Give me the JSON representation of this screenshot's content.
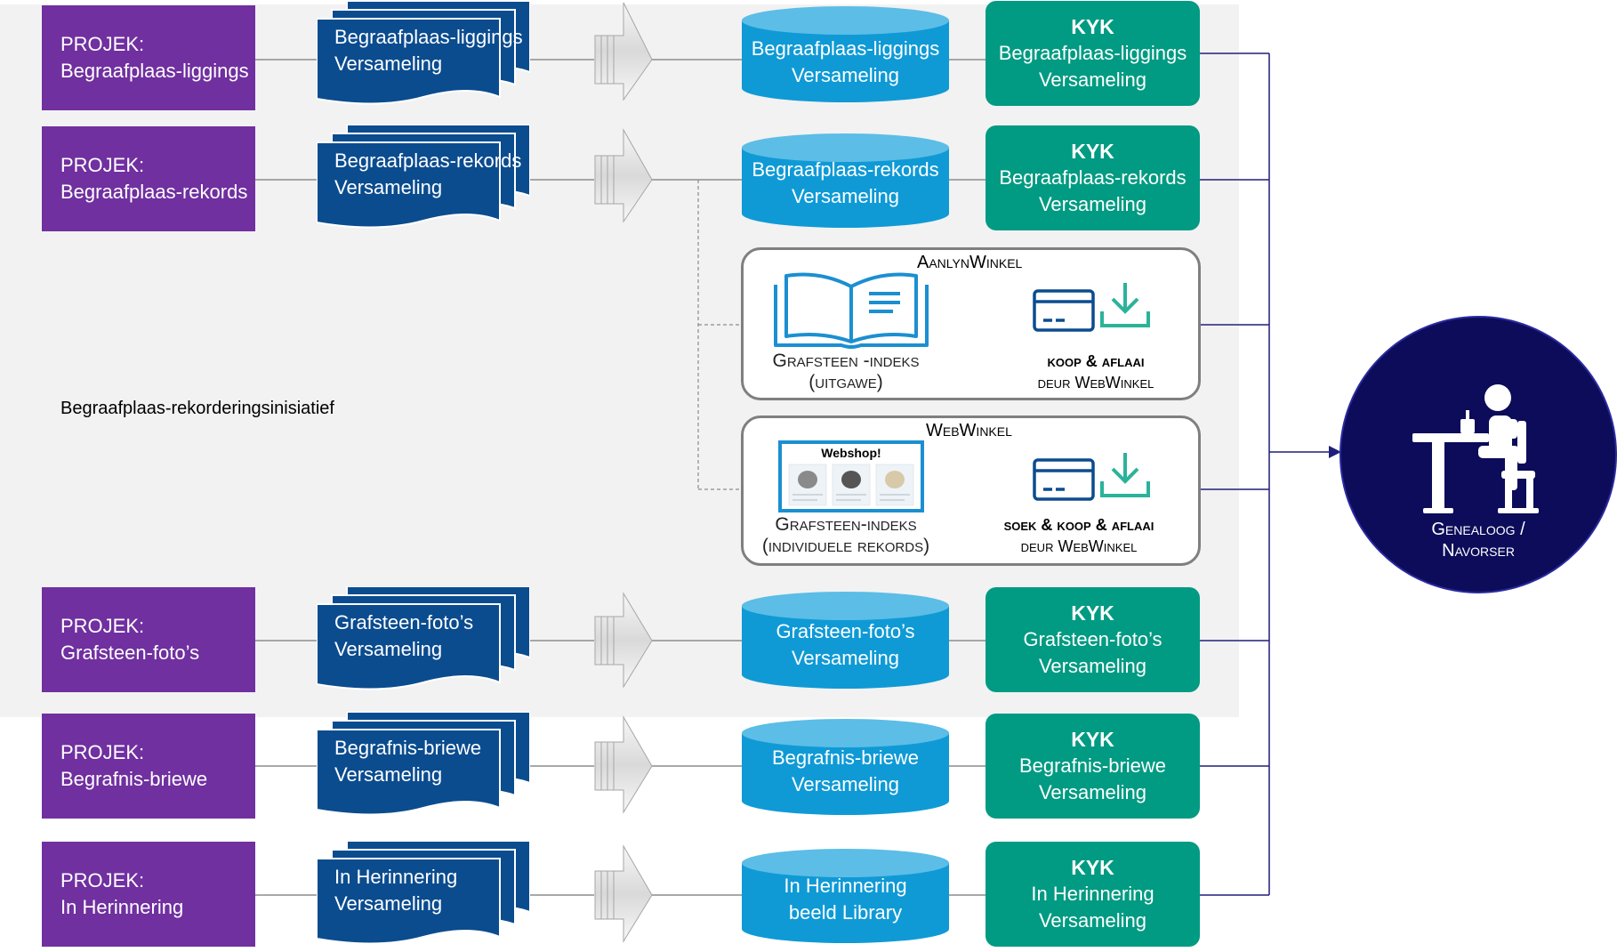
{
  "initiative_label": "Begraafplaas-rekorderingsinisiatief",
  "rows": [
    {
      "project_prefix": "PROJEK:",
      "project_name": "Begraafplaas-liggings",
      "docs_line1": "Begraafplaas-liggings",
      "docs_line2": "Versameling",
      "db_line1": "Begraafplaas-liggings",
      "db_line2": "Versameling",
      "kyk_title": "KYK",
      "kyk_line1": "Begraafplaas-liggings",
      "kyk_line2": "Versameling"
    },
    {
      "project_prefix": "PROJEK:",
      "project_name": "Begraafplaas-rekords",
      "docs_line1": "Begraafplaas-rekords",
      "docs_line2": "Versameling",
      "db_line1": "Begraafplaas-rekords",
      "db_line2": "Versameling",
      "kyk_title": "KYK",
      "kyk_line1": "Begraafplaas-rekords",
      "kyk_line2": "Versameling"
    },
    {
      "project_prefix": "PROJEK:",
      "project_name": "Grafsteen-foto’s",
      "docs_line1": "Grafsteen-foto’s",
      "docs_line2": "Versameling",
      "db_line1": "Grafsteen-foto’s",
      "db_line2": "Versameling",
      "kyk_title": "KYK",
      "kyk_line1": "Grafsteen-foto’s",
      "kyk_line2": "Versameling"
    },
    {
      "project_prefix": "PROJEK:",
      "project_name": "Begrafnis-briewe",
      "docs_line1": "Begrafnis-briewe",
      "docs_line2": "Versameling",
      "db_line1": "Begrafnis-briewe",
      "db_line2": "Versameling",
      "kyk_title": "KYK",
      "kyk_line1": "Begrafnis-briewe",
      "kyk_line2": "Versameling"
    },
    {
      "project_prefix": "PROJEK:",
      "project_name": "In Herinnering",
      "docs_line1": "In Herinnering",
      "docs_line2": "Versameling",
      "db_line1": "In Herinnering",
      "db_line2": "beeld Library",
      "kyk_title": "KYK",
      "kyk_line1": "In Herinnering",
      "kyk_line2": "Versameling"
    }
  ],
  "aanlyn": {
    "title": "AanlynWinkel",
    "left_line1": "Grafsteen -indeks",
    "left_line2": "(uitgawe)",
    "right_line1": "koop & aflaai",
    "right_line2": "deur WebWinkel"
  },
  "webwinkel": {
    "title": "WebWinkel",
    "thumb_title": "Webshop!",
    "left_line1": "Grafsteen-indeks",
    "left_line2": "(individuele rekords)",
    "right_line1": "soek & koop & aflaai",
    "right_line2": "deur WebWinkel"
  },
  "user": {
    "line1": "Genealoog /",
    "line2": "Navorser"
  },
  "colors": {
    "project": "#7030a0",
    "docs": "#0b4c8f",
    "database": "#0f9ad6",
    "kyk": "#009b82",
    "user": "#0c0c5a",
    "connector": "#1f1f7a"
  },
  "icons": [
    "open-book-icon",
    "credit-card-icon",
    "download-icon",
    "webshop-thumbnail-icon",
    "person-at-desk-icon",
    "block-arrow-icon"
  ]
}
